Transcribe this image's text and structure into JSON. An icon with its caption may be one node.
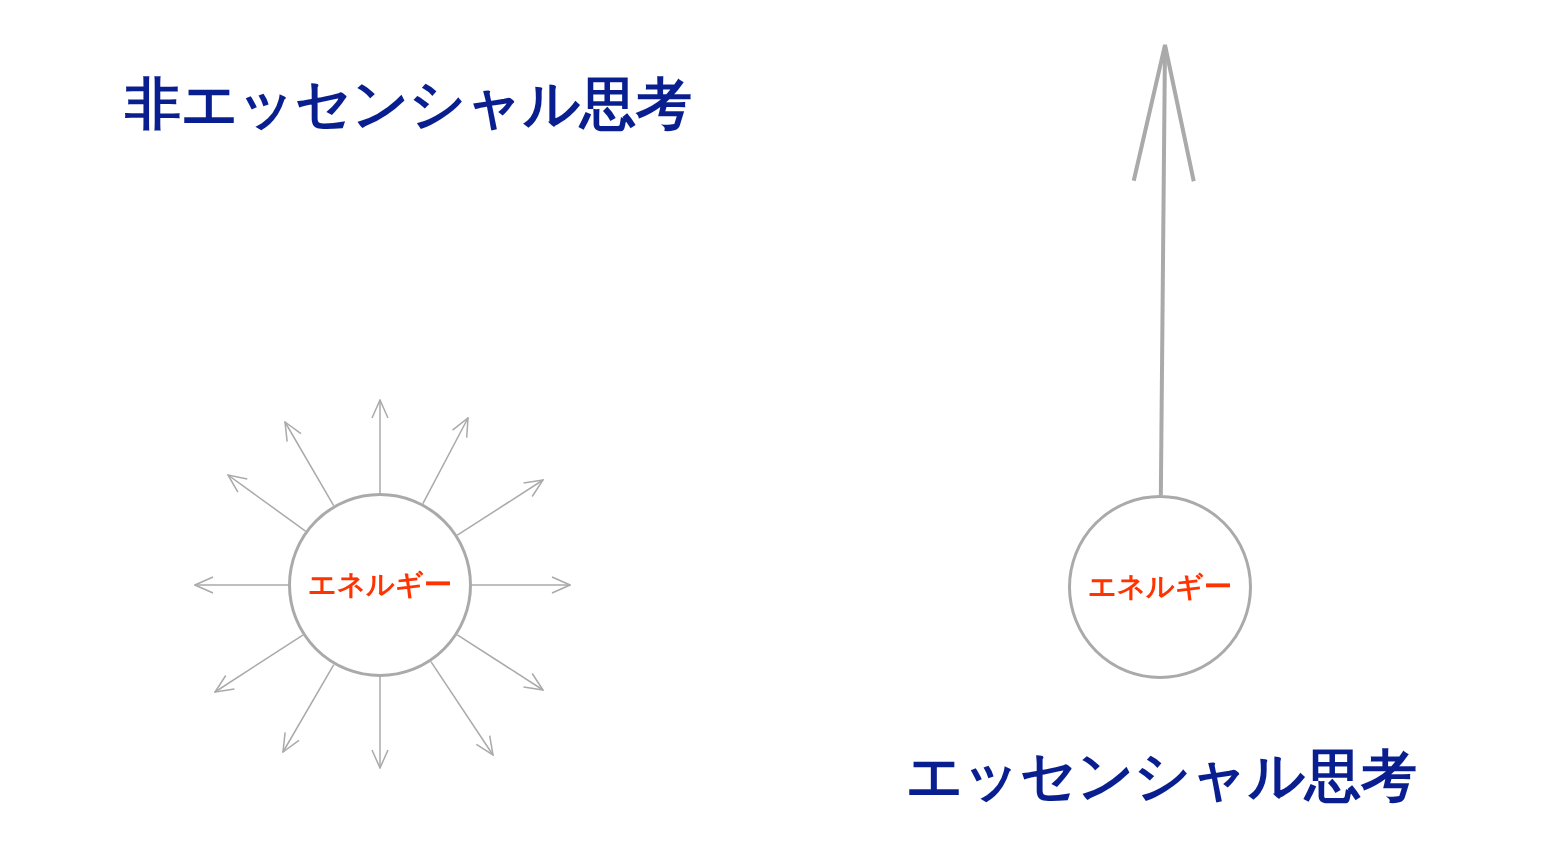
{
  "diagram": {
    "nodes": [
      {
        "text": [
          "エネルギー"
        ]
      },
      {
        "text": [
          "エネルギー"
        ]
      }
    ],
    "edges": [
      {
        "from": 0,
        "to": null,
        "arrow": "to"
      },
      {
        "from": 0,
        "to": null,
        "arrow": "to"
      },
      {
        "from": 0,
        "to": null,
        "arrow": "to"
      },
      {
        "from": 0,
        "to": null,
        "arrow": "to"
      },
      {
        "from": 0,
        "to": null,
        "arrow": "to"
      },
      {
        "from": 0,
        "to": null,
        "arrow": "to"
      },
      {
        "from": 0,
        "to": null,
        "arrow": "to"
      },
      {
        "from": 0,
        "to": null,
        "arrow": "to"
      },
      {
        "from": 0,
        "to": null,
        "arrow": "to"
      },
      {
        "from": 0,
        "to": null,
        "arrow": "to"
      },
      {
        "from": 0,
        "to": null,
        "arrow": "to"
      },
      {
        "from": 0,
        "to": null,
        "arrow": "to"
      },
      {
        "from": 1,
        "to": null,
        "arrow": "to",
        "style": "thick"
      }
    ],
    "labels": [
      "非エッセンシャル思考",
      "エッセンシャル思考"
    ]
  }
}
